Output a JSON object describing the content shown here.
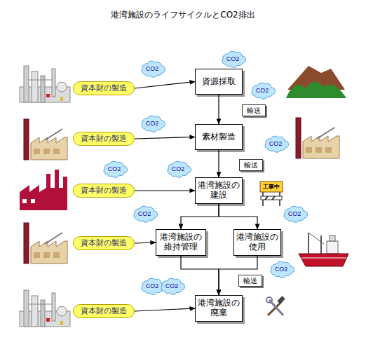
{
  "diagram": {
    "title": "港湾施設のライフサイクルとCO2排出",
    "nodes": [
      {
        "text": [
          "CO2"
        ]
      },
      {
        "text": [
          "CO2"
        ]
      },
      {
        "text": [
          "資本財の製造"
        ]
      },
      {
        "text": [
          "資源採取"
        ]
      },
      {
        "text": [
          "CO2"
        ]
      },
      {
        "text": [
          "輸送"
        ]
      },
      {
        "text": [
          "CO2"
        ]
      },
      {
        "text": [
          "資本財の製造"
        ]
      },
      {
        "text": [
          "素材製造"
        ]
      },
      {
        "text": [
          "CO2"
        ]
      },
      {
        "text": [
          "輸送"
        ]
      },
      {
        "text": [
          "CO2"
        ]
      },
      {
        "text": [
          "CO2"
        ]
      },
      {
        "text": [
          "資本財の製造"
        ]
      },
      {
        "text": [
          "港湾施設の建設"
        ]
      },
      {
        "text": [
          "CO2"
        ]
      },
      {
        "text": [
          "CO2"
        ]
      },
      {
        "text": [
          "資本財の製造"
        ]
      },
      {
        "text": [
          "港湾施設の維持管理"
        ]
      },
      {
        "text": [
          "港湾施設の使用"
        ]
      },
      {
        "text": [
          "CO2"
        ]
      },
      {
        "text": [
          "輸送"
        ]
      },
      {
        "text": [
          "CO2"
        ]
      },
      {
        "text": [
          "CO2"
        ]
      },
      {
        "text": [
          "資本財の製造"
        ]
      },
      {
        "text": [
          "港湾施設の廃棄"
        ]
      }
    ],
    "edges": [
      {
        "from": 2,
        "to": 3,
        "arrow": "to"
      },
      {
        "from": 3,
        "to": 8,
        "arrow": "to"
      },
      {
        "from": 7,
        "to": 8,
        "arrow": "to"
      },
      {
        "from": 8,
        "to": 14,
        "arrow": "to"
      },
      {
        "from": 13,
        "to": 14,
        "arrow": "to"
      },
      {
        "from": 14,
        "to": 18,
        "arrow": "to"
      },
      {
        "from": 14,
        "to": 19,
        "arrow": "to"
      },
      {
        "from": 17,
        "to": 18,
        "arrow": "to"
      },
      {
        "from": 18,
        "to": 25,
        "arrow": "to"
      },
      {
        "from": 19,
        "to": 25,
        "arrow": "to"
      },
      {
        "from": 24,
        "to": 25,
        "arrow": "to"
      }
    ],
    "labels": [
      "工事中"
    ]
  }
}
